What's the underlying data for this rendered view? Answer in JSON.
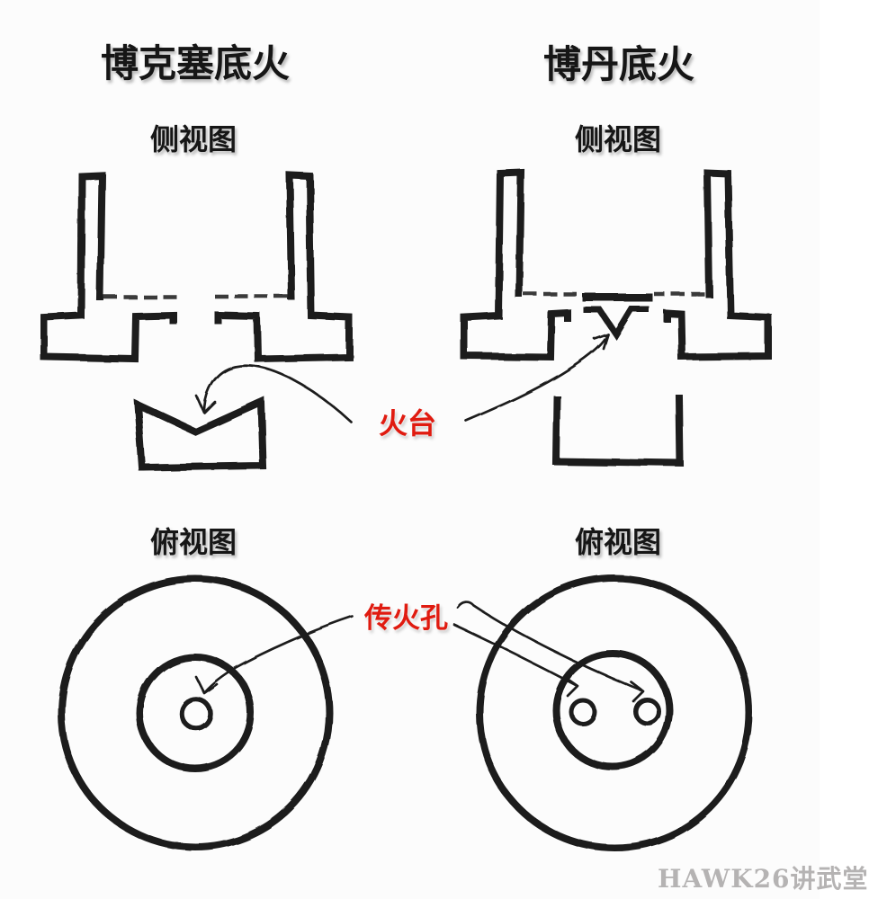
{
  "colors": {
    "background": "#fcfcfc",
    "ink": "#1e1e1e",
    "accent_red": "#e01b10",
    "watermark_gray": "#b5b3b3"
  },
  "panels": {
    "boxer": {
      "title": "博克塞底火",
      "side_view_label": "侧视图",
      "top_view_label": "俯视图"
    },
    "berdan": {
      "title": "博丹底火",
      "side_view_label": "侧视图",
      "top_view_label": "俯视图"
    }
  },
  "annotations": {
    "anvil": "火台",
    "flash_hole": "传火孔"
  },
  "watermark": "HAWK26讲武堂",
  "icons": {
    "boxer_side_drawing": "case-head-cross-section-with-v-notch-primer-cup",
    "berdan_side_drawing": "case-head-cross-section-with-integral-anvil-and-plain-cup",
    "boxer_top_drawing": "case-head-top-view-single-central-flash-hole",
    "berdan_top_drawing": "case-head-top-view-two-flash-holes",
    "anvil_arrows": "curved-annotation-arrows",
    "flash_hole_arrows": "curved-annotation-arrows"
  }
}
